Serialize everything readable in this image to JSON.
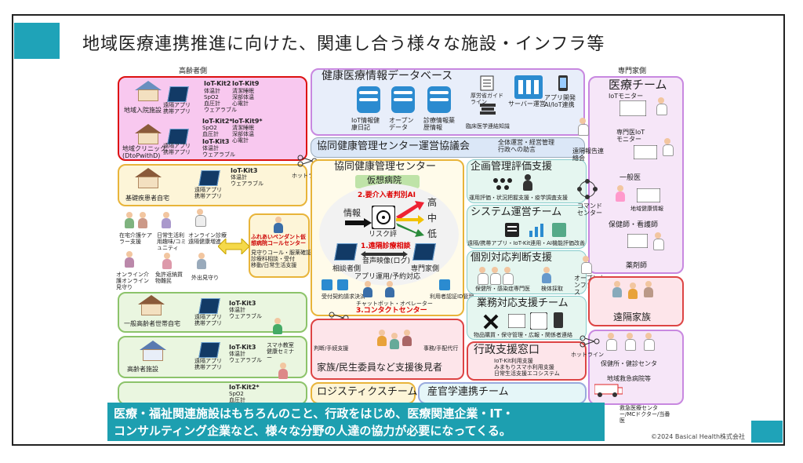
{
  "title": "地域医療連携推進に向けた、関連し合う様々な施設・インフラ等",
  "labels": {
    "elderly_side": "高齢者側",
    "expert_side": "専門家側",
    "hotline": "ホットライン",
    "copyright": "©2024 Basical Health株式会社"
  },
  "left": {
    "inpatient": {
      "place": "地域入院施設",
      "app": "遠隔アプリ携帯アプリ",
      "kit2": "IoT-Kit2",
      "kit2_items": "体温計\nSpO2\n血圧計\nウェアラブル",
      "kit9": "IoT-Kit9",
      "kit9_items": "清潔睡眠\n深部体温\n心電計"
    },
    "clinic": {
      "place": "地域クリニック(DtoPwithD)",
      "app": "遠隔アプリ携帯アプリ",
      "kit2": "IoT-Kit2*",
      "kit2_items": "SpO2\n血圧計",
      "kit3": "IoT-Kit3",
      "kit3_items": "体温計\nウェアラブル",
      "kit9": "IoT-Kit9*",
      "kit9_items": "清潔睡眠\n深部体温\n心電計"
    },
    "basic_home": {
      "place": "基礎疾患者自宅",
      "app": "遠隔アプリ携帯アプリ",
      "kit3": "IoT-Kit3",
      "kit3_items": "体温計\nウェアラブル"
    },
    "community": {
      "care": "在宅介護ケアラー支援",
      "daily": "日常生活利用趣味/コミュニティ",
      "online": "オンライン診療遠隔健康増進",
      "online_care": "オンライン介護オンライン見守り",
      "shopping": "免許返納買物難民",
      "outside": "外出見守り"
    },
    "pendant": {
      "name": "ふれあいペンダント仮想病院コールセンター",
      "items": "見守りコール・服薬確認\n診療科相談・受付\n移動/日常生活支援"
    },
    "general_home": {
      "place": "一般高齢者世帯自宅",
      "app": "遠隔アプリ携帯アプリ",
      "kit3": "IoT-Kit3",
      "kit3_items": "体温計\nウェアラブル"
    },
    "elderly_facility": {
      "place": "高齢者施設",
      "app": "遠隔アプリ携帯アプリ",
      "kit3": "IoT-Kit3",
      "kit3_items": "体温計\nウェアラブル"
    },
    "bottom": {
      "kit2": "IoT-Kit2*",
      "kit2_items": "SpO2\n血圧計"
    },
    "seminar": "スマホ教室健康セミナー"
  },
  "db": {
    "title": "健康医療情報データベース",
    "items": [
      "IoT情報健康日記",
      "オープンデータ",
      "診療情報薬歴情報"
    ],
    "guideline": "厚労省ガイドライン",
    "clinical": "臨床医学連結知識",
    "server": "サーバー運営",
    "app_dev": "アプリ開発AI/IoT連携"
  },
  "council": {
    "title": "協同健康管理センター運営協議会",
    "note": "全体運営・経営管理\n行政への助言"
  },
  "center": {
    "title": "協同健康管理センター",
    "virtual": "仮想病院",
    "ai": "2.要介入者判別AI",
    "high": "高",
    "mid": "中",
    "low": "低",
    "info": "情報",
    "risk": "リスク評",
    "consult": "1.遠隔診療相談",
    "av": "音声映像(ログ)",
    "patient_side": "相談者側",
    "specialist_side": "専門家側",
    "app_ops": "アプリ運用/予約対応",
    "contract": "受付契約請求決済",
    "chatbot": "チャットボット・オペレーター",
    "contact": "3.コンタクトセンター",
    "user_auth": "利用者認証ID管理"
  },
  "family": {
    "label": "家族/民生委員など支援後見者",
    "left": "判断/手続支援",
    "right": "事務/手配代行"
  },
  "planning": {
    "title": "企画管理評価支援",
    "desc": "運用評価・状況把握支援・疫学調査支援"
  },
  "system": {
    "title": "システム運営チーム",
    "desc": "遠隔/携帯アプリ・IoT-Kit連用・AI機能評価改善"
  },
  "individual": {
    "title": "個別対応判断支援",
    "desc": "保健所・感染症専門医",
    "sample": "検体採取"
  },
  "ops": {
    "title": "業務対応支援チーム",
    "desc": "物品購買・保守管理・広報・関係者連絡"
  },
  "admin": {
    "title": "行政支援窓口",
    "items": "IoT-Kit利用支援\nみまもりスマホ利用支援\n日常生活支援エコシステム"
  },
  "logistics": {
    "title": "ロジスティクスチーム"
  },
  "industry": {
    "title": "産官学連携チーム"
  },
  "right": {
    "medical_team": "医療チーム",
    "iot_monitor": "IoTモニター",
    "remote_report": "遠隔報告連絡会",
    "specialist": "専門医IoTモニター",
    "command": "コマンドセンター",
    "general_doctor": "一般医",
    "regional_health": "地域健康情報",
    "nurse": "保健師・看護師",
    "pharmacist": "薬剤師",
    "open_conf": "オープンカンファレンス",
    "remote_family": "遠隔家族",
    "health_center": "保健所・健診センタ",
    "regional_hospital": "地域救急病院等",
    "emergency": "救急医療センター/MCドクター/当番医"
  },
  "banner": {
    "line1": "医療・福祉関連施設はもちろんのこと、行政をはじめ、医療関連企業・IT・",
    "line2": "コンサルティング企業など、様々な分野の人達の協力が必要になってくる。"
  }
}
